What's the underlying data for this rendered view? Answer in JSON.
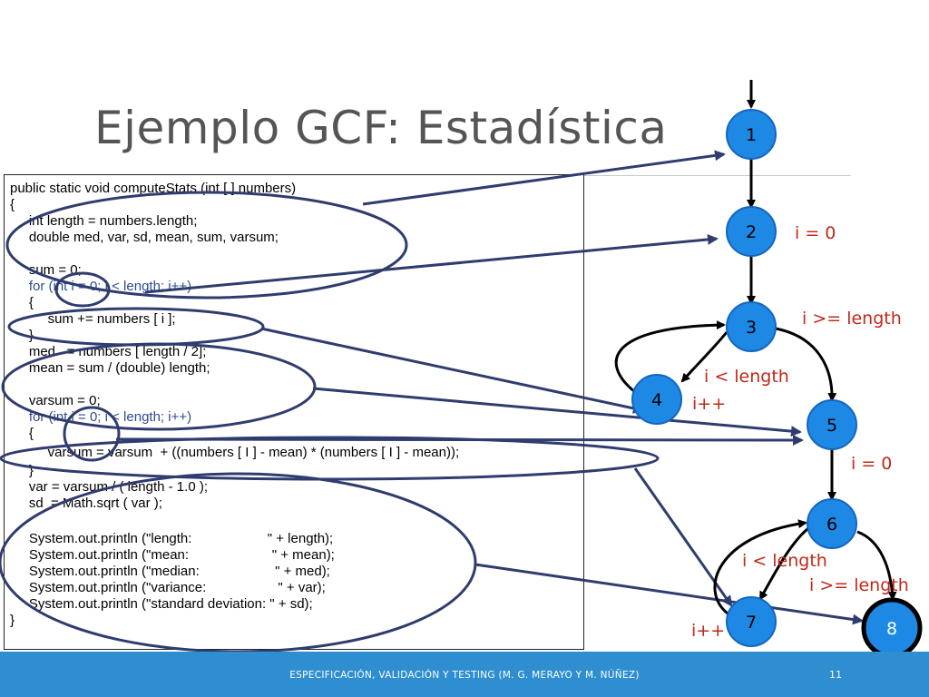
{
  "title": "Ejemplo GCF: Estadística",
  "code_lines": [
    "public static void computeStats (int [ ] numbers)",
    "{",
    "     int length = numbers.length;",
    "     double med, var, sd, mean, sum, varsum;",
    "",
    "     sum = 0;",
    "     for (int i = 0; i < length; i++)",
    "     {",
    "          sum += numbers [ i ];",
    "     }",
    "     med   = numbers [ length / 2];",
    "     mean = sum / (double) length;",
    "",
    "     varsum = 0;",
    "     for (int i = 0; i < length; i++)",
    "     {",
    "          varsum = varsum  + ((numbers [ I ] - mean) * (numbers [ I ] - mean));",
    "     }",
    "     var = varsum / ( length - 1.0 );",
    "     sd  = Math.sqrt ( var );",
    "",
    "     System.out.println (\"length:                    \" + length);",
    "     System.out.println (\"mean:                      \" + mean);",
    "     System.out.println (\"median:                    \" + med);",
    "     System.out.println (\"variance:                   \" + var);",
    "     System.out.println (\"standard deviation: \" + sd);",
    "}"
  ],
  "nodes": [
    {
      "id": "1",
      "label": "1"
    },
    {
      "id": "2",
      "label": "2"
    },
    {
      "id": "3",
      "label": "3"
    },
    {
      "id": "4",
      "label": "4"
    },
    {
      "id": "5",
      "label": "5"
    },
    {
      "id": "6",
      "label": "6"
    },
    {
      "id": "7",
      "label": "7"
    },
    {
      "id": "8",
      "label": "8"
    }
  ],
  "edge_labels": {
    "n2_init": "i = 0",
    "n3_exit": "i >= length",
    "n3_loop": "i < length",
    "n4_inc": "i++",
    "n5_init": "i = 0",
    "n6_loop": "i < length",
    "n6_exit": "i >= length",
    "n7_inc": "i++"
  },
  "footer": {
    "text": "ESPECIFICACIÓN, VALIDACIÓN Y TESTING (M. G. MERAYO Y M. NÚÑEZ)",
    "page": "11"
  },
  "colors": {
    "node_fill": "#1e88e5",
    "node_border": "#1565c0",
    "edge_label": "#c0281a",
    "annotation": "#2f3c6e",
    "footer_bg": "#2e8ed0"
  }
}
